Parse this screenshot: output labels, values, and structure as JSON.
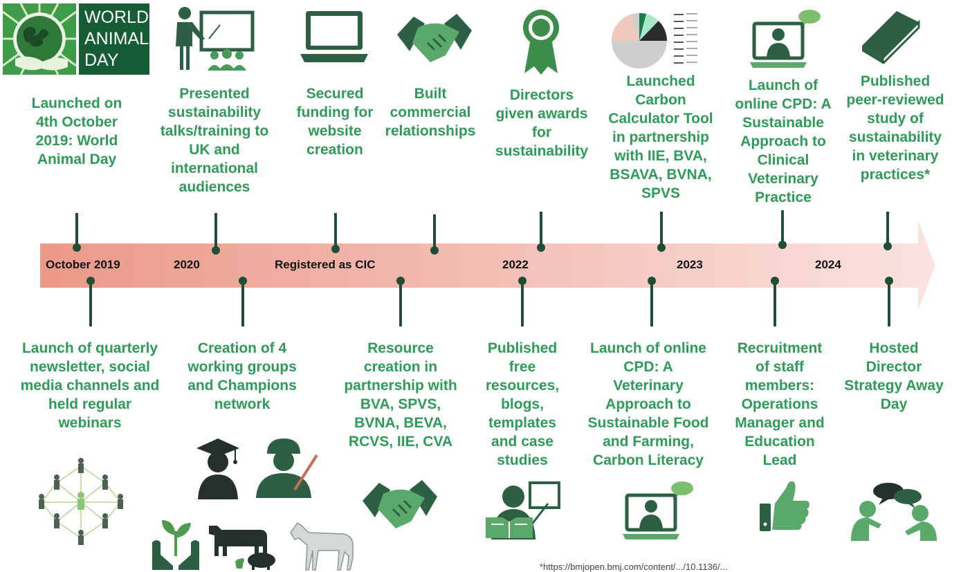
{
  "logo": {
    "line1": "WORLD",
    "line2": "ANIMAL",
    "line3": "DAY"
  },
  "timeline": {
    "years": [
      "October 2019",
      "2020",
      "Registered as CIC",
      "2022",
      "2023",
      "2024"
    ],
    "top_events": [
      "Launched on\n4th October\n2019: World\nAnimal Day",
      "Presented\nsustainability\ntalks/training to\nUK and\ninternational\naudiences",
      "Secured\nfunding for\nwebsite\ncreation",
      "Built\ncommercial\nrelationships",
      "Directors\ngiven awards\nfor\nsustainability",
      "Launched\nCarbon\nCalculator Tool\nin partnership\nwith IIE, BVA,\nBSAVA, BVNA,\nSPVS",
      "Launch of\nonline CPD: A\nSustainable\nApproach to\nClinical\nVeterinary\nPractice",
      "Published\npeer-reviewed\nstudy of\nsustainability\nin veterinary\npractices*"
    ],
    "bottom_events": [
      "Launch of quarterly\nnewsletter, social\nmedia channels and\nheld regular\nwebinars",
      "Creation of 4\nworking groups\nand Champions\nnetwork",
      "Resource\ncreation in\npartnership with\nBVA, SPVS,\nBVNA, BEVA,\nRCVS, IIE, CVA",
      "Published\nfree\nresources,\nblogs,\ntemplates\nand case\nstudies",
      "Launch of online\nCPD: A\nVeterinary\nApproach to\nSustainable Food\nand Farming,\nCarbon Literacy",
      "Recruitment\nof staff\nmembers:\nOperations\nManager and\nEducation\nLead",
      "Hosted\nDirector\nStrategy Away\nDay"
    ]
  },
  "footnote": "*https://bmjopen.bmj.com/content/.../10.1136/...",
  "colors": {
    "green": "#2e9b57",
    "dark_green": "#1e4d38",
    "arrow_start": "#eb9988",
    "arrow_end": "#fbe3e0"
  },
  "icons": [
    "world-animal-day-logo",
    "presenter-icon",
    "laptop-icon",
    "handshake-icon",
    "award-ribbon-icon",
    "pie-chart-icon",
    "online-vet-icon",
    "book-icon",
    "network-icon",
    "graduate-icon",
    "surgeon-icon",
    "plant-hands-icon",
    "farm-animals-icon",
    "horse-icon",
    "reading-teacher-icon",
    "thumbs-up-icon",
    "conversation-icon"
  ]
}
